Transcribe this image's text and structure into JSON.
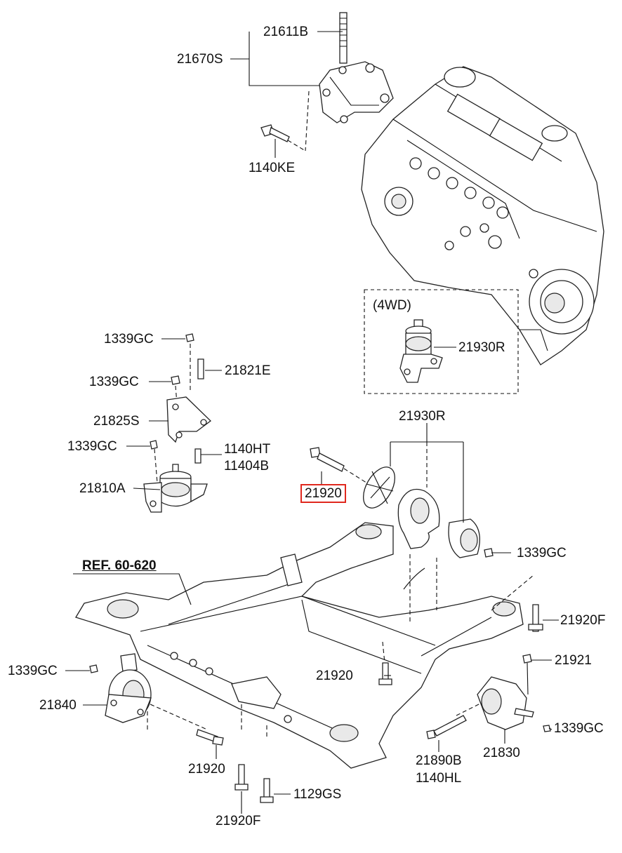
{
  "labels": {
    "p21611B": "21611B",
    "p21670S": "21670S",
    "p1140KE": "1140KE",
    "p4wd": "(4WD)",
    "p21930R_top": "21930R",
    "p1339GC_1": "1339GC",
    "p21821E": "21821E",
    "p1339GC_2": "1339GC",
    "p21825S": "21825S",
    "p1339GC_3": "1339GC",
    "p1140HT": "1140HT",
    "p11404B": "11404B",
    "p21810A": "21810A",
    "p21930R_mid": "21930R",
    "p21920_hl": "21920",
    "p1339GC_4": "1339GC",
    "pref": "REF. 60-620",
    "p21920F_r": "21920F",
    "p1339GC_5": "1339GC",
    "p21921": "21921",
    "p21920_c": "21920",
    "p21840": "21840",
    "p1339GC_6": "1339GC",
    "p21920_b": "21920",
    "p21890B": "21890B",
    "p1140HL": "1140HL",
    "p21830": "21830",
    "p1129GS": "1129GS",
    "p21920F_b": "21920F"
  },
  "colors": {
    "highlight_border": "#e0281e",
    "line": "#111111"
  }
}
